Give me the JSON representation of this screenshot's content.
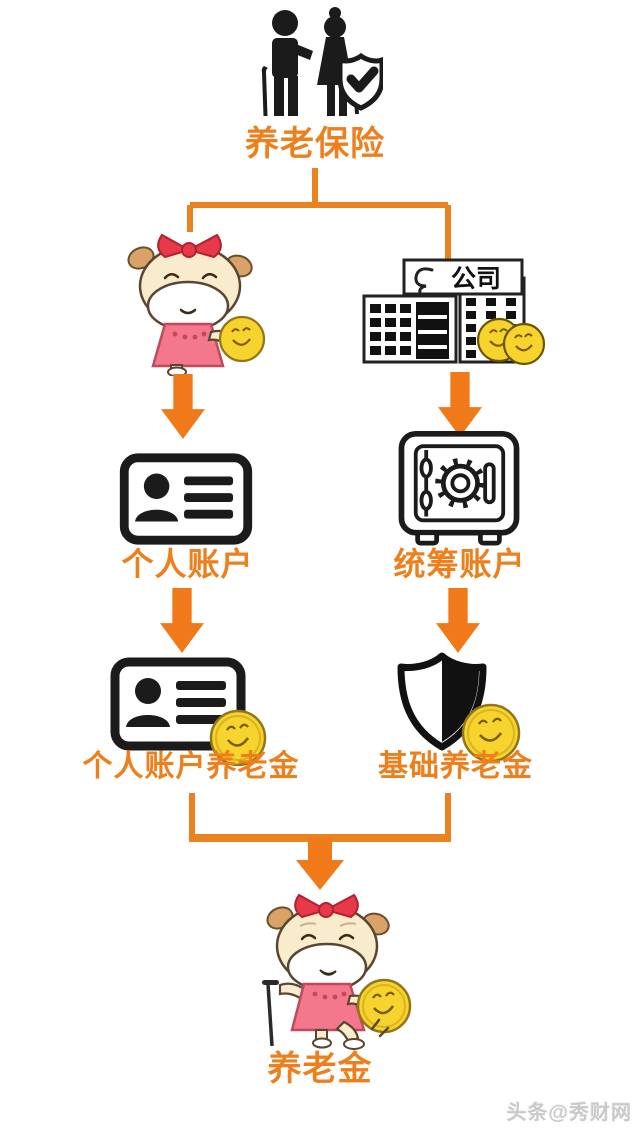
{
  "page": {
    "background": "#ffffff",
    "accent_orange": "#EE7F1D",
    "arrow_orange": "#F0791A",
    "connector_orange": "#E8831F",
    "icon_black": "#1b1b1b",
    "coin_yellow": "#F6D32D",
    "mascot_pink": "#F4788C",
    "mascot_cream": "#F9ECCD",
    "bow_red": "#E8394A"
  },
  "diagram": {
    "root": {
      "label": "养老保险",
      "icon": "elderly-couple-shield-icon"
    },
    "left_branch": {
      "contributor_icon": "ox-mascot-worker-with-coin",
      "account": {
        "label": "个人账户",
        "icon": "id-card-icon"
      },
      "pension": {
        "label": "个人账户养老金",
        "icon": "id-card-with-coin-icon"
      }
    },
    "right_branch": {
      "contributor_icon": "company-buildings-with-coins",
      "company_sign_label": "公司",
      "account": {
        "label": "统筹账户",
        "icon": "safe-box-icon"
      },
      "pension": {
        "label": "基础养老金",
        "icon": "shield-with-coin-icon"
      }
    },
    "result": {
      "label": "养老金",
      "icon": "ox-mascot-retired-with-coin"
    }
  },
  "watermark": {
    "text": "头条@秀财网"
  }
}
